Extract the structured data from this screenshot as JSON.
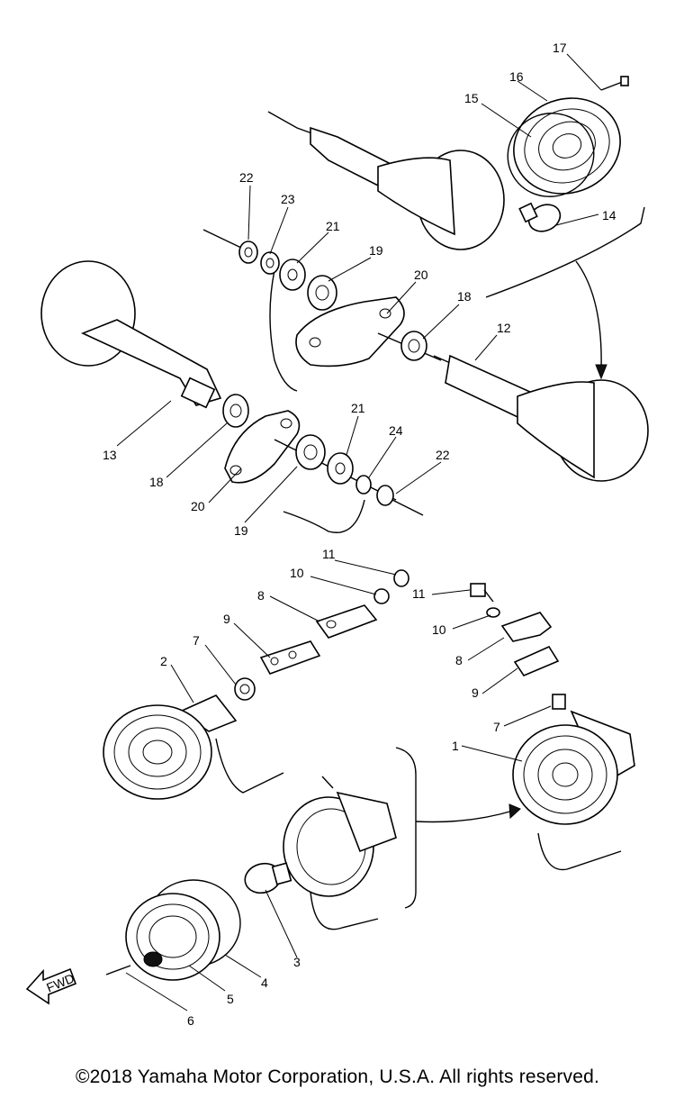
{
  "diagram": {
    "callouts": {
      "c1": "1",
      "c2": "2",
      "c3": "3",
      "c4": "4",
      "c5": "5",
      "c6": "6",
      "c7a": "7",
      "c7b": "7",
      "c8a": "8",
      "c8b": "8",
      "c9a": "9",
      "c9b": "9",
      "c10a": "10",
      "c10b": "10",
      "c11a": "11",
      "c11b": "11",
      "c12": "12",
      "c13": "13",
      "c14": "14",
      "c15": "15",
      "c16": "16",
      "c17": "17",
      "c18a": "18",
      "c18b": "18",
      "c19a": "19",
      "c19b": "19",
      "c20a": "20",
      "c20b": "20",
      "c21a": "21",
      "c21b": "21",
      "c22a": "22",
      "c22b": "22",
      "c23": "23",
      "c24": "24"
    },
    "fwd_label": "FWD"
  },
  "footer": {
    "copyright": "©2018 Yamaha Motor Corporation, U.S.A. All rights reserved."
  }
}
